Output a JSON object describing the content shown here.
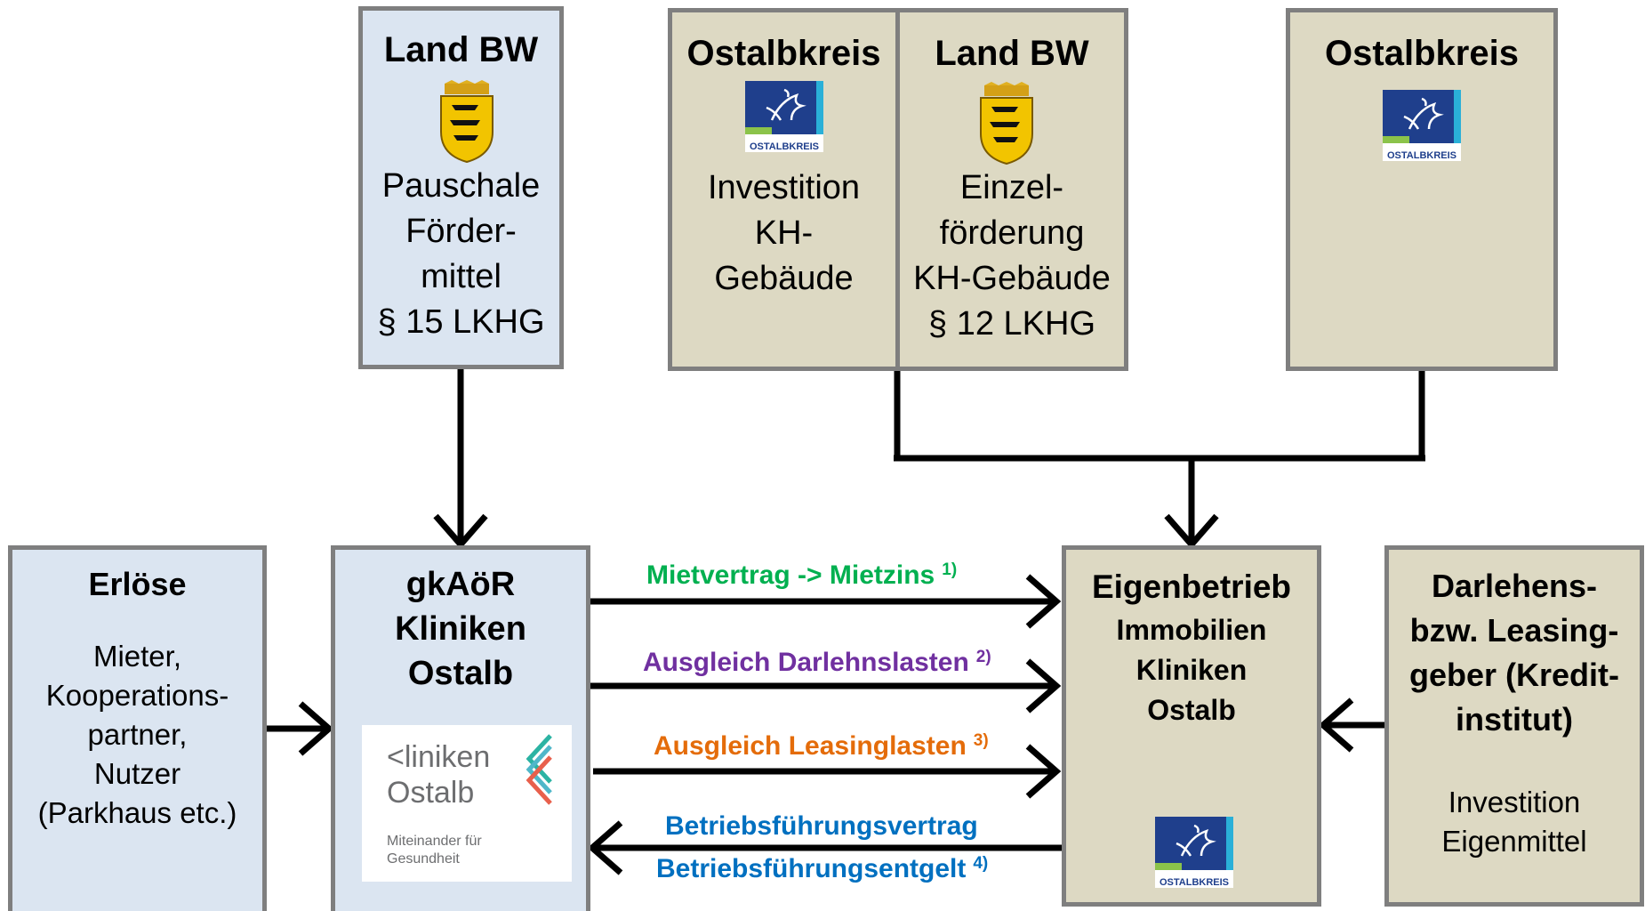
{
  "colors": {
    "blue_box": "#dbe5f1",
    "tan_box": "#ddd9c3",
    "border": "#7f7f7f",
    "mietvertrag": "#00b050",
    "darlehen": "#7030a0",
    "leasing": "#e46c0a",
    "betrieb": "#0070c0"
  },
  "land_bw_left": {
    "title": "Land BW",
    "crest_icon": "bw-coat-of-arms-icon",
    "lines": [
      "Pauschale",
      "Förder-",
      "mittel",
      "§ 15 LKHG"
    ]
  },
  "ostalbkreis_mid": {
    "title": "Ostalbkreis",
    "logo_text": "OSTALBKREIS",
    "lines": [
      "Investition",
      "KH-",
      "Gebäude"
    ]
  },
  "land_bw_mid": {
    "title": "Land BW",
    "crest_icon": "bw-coat-of-arms-icon",
    "lines": [
      "Einzel-",
      "förderung",
      "KH-Gebäude",
      "§ 12 LKHG"
    ]
  },
  "ostalbkreis_right": {
    "title": "Ostalbkreis",
    "logo_text": "OSTALBKREIS"
  },
  "erloese": {
    "title": "Erlöse",
    "lines": [
      "Mieter,",
      "Kooperations-",
      "partner,",
      "Nutzer",
      "(Parkhaus etc.)"
    ]
  },
  "gkaoer": {
    "lines": [
      "gkAöR",
      "Kliniken",
      "Ostalb"
    ],
    "logo": {
      "line1": "<liniken",
      "line2": "Ostalb",
      "tagline1": "Miteinander für",
      "tagline2": "Gesundheit"
    }
  },
  "eigenbetrieb": {
    "title": "Eigenbetrieb",
    "lines": [
      "Immobilien",
      "Kliniken",
      "Ostalb"
    ],
    "logo_text": "OSTALBKREIS"
  },
  "darlehensgeber": {
    "lines": [
      "Darlehens-",
      "bzw. Leasing-",
      "geber (Kredit-",
      "institut)"
    ],
    "sub_lines": [
      "Investition",
      "Eigenmittel"
    ]
  },
  "flows": {
    "mietvertrag": {
      "label": "Mietvertrag -> Mietzins",
      "note": "1)"
    },
    "darlehen": {
      "label": "Ausgleich Darlehnslasten",
      "note": "2)"
    },
    "leasing": {
      "label": "Ausgleich Leasinglasten",
      "note": "3)"
    },
    "betrieb_line1": "Betriebsführungsvertrag",
    "betrieb_line2": {
      "label": "Betriebsführungsentgelt",
      "note": "4)"
    }
  }
}
